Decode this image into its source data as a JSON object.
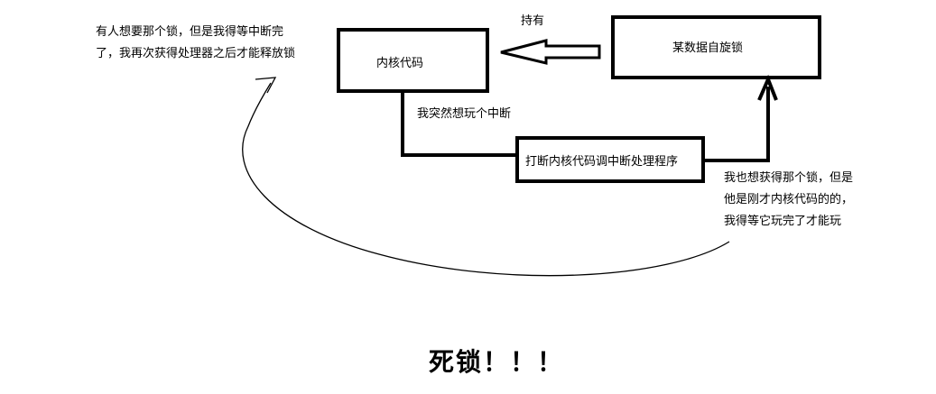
{
  "boxes": {
    "kernel_code": "内核代码",
    "spinlock": "某数据自旋锁",
    "interrupt_handler": "打断内核代码调中断处理程序"
  },
  "labels": {
    "holds": "持有",
    "interrupt_note": "我突然想玩个中断",
    "waiter_note_lines": [
      "有人想要那个锁，但是我得等中断完",
      "了，我再次获得处理器之后才能释放锁"
    ],
    "handler_note_lines": [
      "我也想获得那个锁，但是",
      "他是刚才内核代码的的，",
      "我得等它玩完了才能玩"
    ]
  },
  "title": "死锁！！！",
  "colors": {
    "stroke": "#000000",
    "background": "#ffffff"
  }
}
